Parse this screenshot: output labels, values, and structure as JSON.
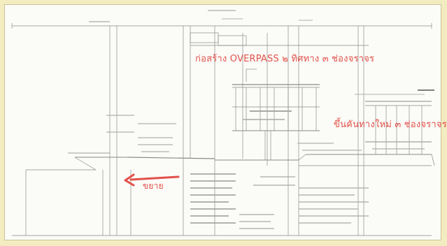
{
  "annotations": {
    "overpass": "ก่อสร้าง OVERPASS ๒ ทิศทาง ๓ ช่องจราจร",
    "new_ramp": "ขึ้นคันทางใหม่ ๓ ช่องจราจร",
    "widen": "ขยาย"
  },
  "colors": {
    "annotation": "#e2514a",
    "linework": "#8a8a8a",
    "page_border": "#f2ecc0"
  },
  "icons": {
    "arrow": "arrow-left-icon"
  }
}
